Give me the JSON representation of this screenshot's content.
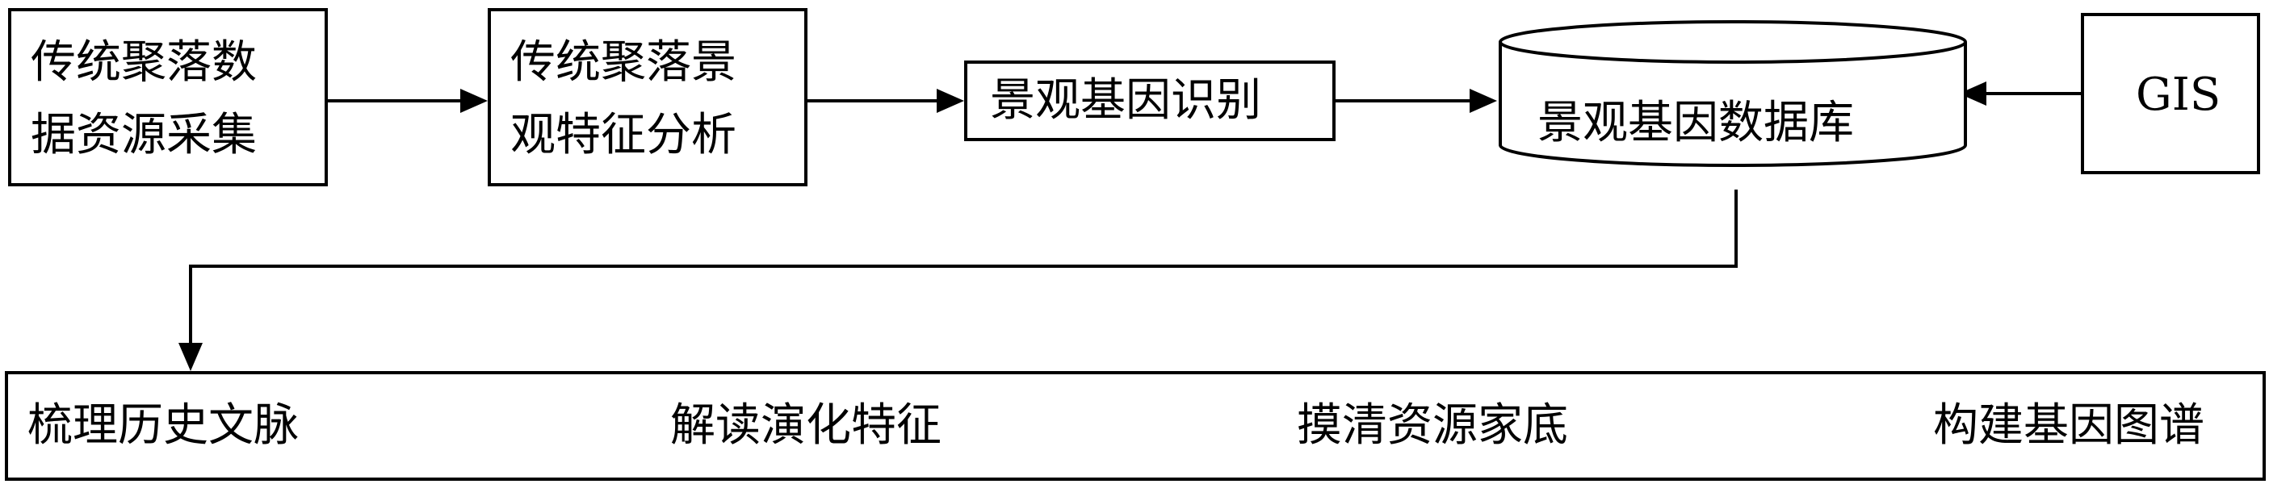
{
  "nodes": {
    "collect": {
      "line1": "传统聚落数",
      "line2": "据资源采集"
    },
    "analyze": {
      "line1": "传统聚落景",
      "line2": "观特征分析"
    },
    "identify": {
      "label": "景观基因识别"
    },
    "database": {
      "label": "景观基因数据库"
    },
    "gis": {
      "label": "GIS"
    }
  },
  "process": {
    "steps": [
      "梳理历史文脉",
      "解读演化特征",
      "摸清资源家底",
      "构建基因图谱"
    ]
  }
}
